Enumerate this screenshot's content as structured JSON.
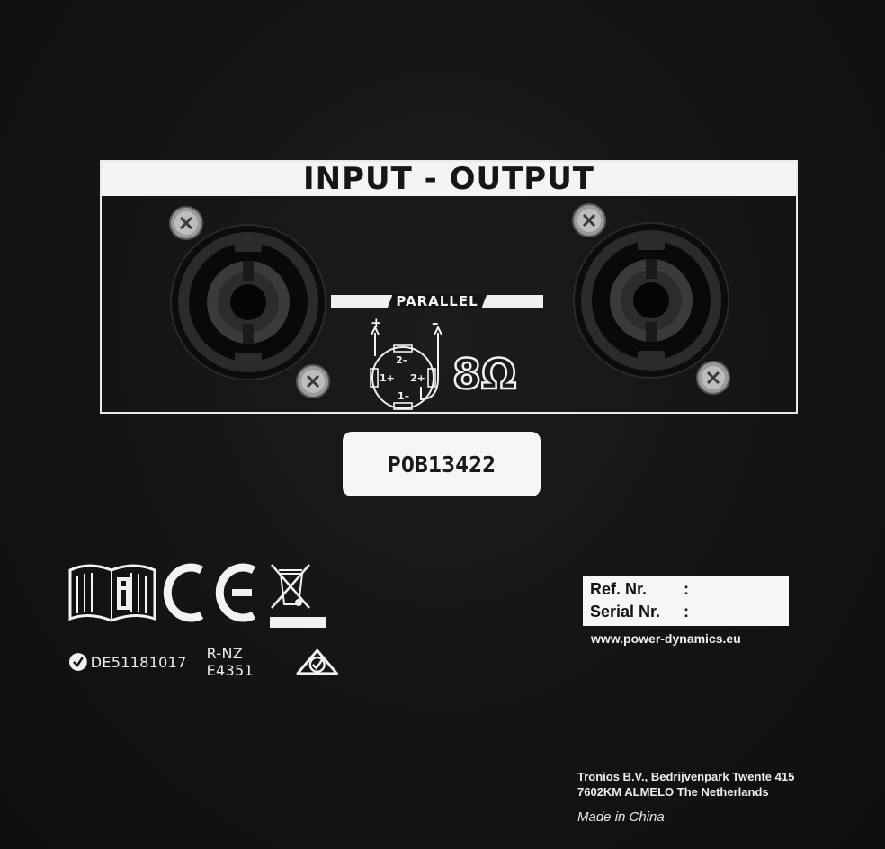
{
  "panel": {
    "title": "INPUT - OUTPUT",
    "parallel_label": "PARALLEL",
    "impedance": "8Ω",
    "pin_labels": {
      "plus": "+",
      "minus": "–",
      "pin_1_minus": "1–",
      "pin_1_plus": "1+",
      "pin_2_plus": "2+",
      "pin_2_minus": "2–"
    }
  },
  "model_label": "POB13422",
  "certifications": {
    "manual_icon": "manual-info-icon",
    "ce_mark": "CE",
    "weee_icon": "crossed-bin-icon",
    "ve_code": "DE51181017",
    "rcm_code": "R-NZ E4351",
    "rcm_icon": "rcm-tick-icon"
  },
  "ref_box": {
    "ref_label": "Ref. Nr.",
    "ref_sep": ":",
    "serial_label": "Serial Nr.",
    "serial_sep": ":"
  },
  "website": "www.power-dynamics.eu",
  "company": {
    "line1": "Tronios B.V., Bedrijvenpark Twente 415",
    "line2": "7602KM ALMELO The Netherlands"
  },
  "made_in": "Made in China",
  "colors": {
    "panel_bg": "#141414",
    "label_bg": "#f6f6f6",
    "text": "#f2f2f2"
  }
}
